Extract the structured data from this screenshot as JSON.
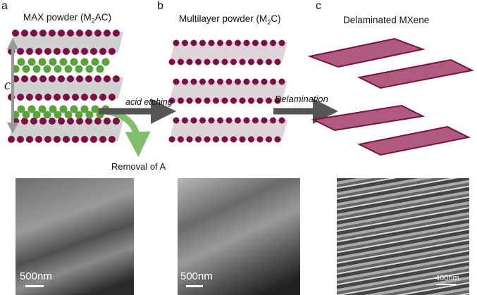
{
  "panels": [
    {
      "letter": "a",
      "title_pre": "MAX powder (M",
      "title_sub": "2",
      "title_post": "AC)",
      "scale": "500nm"
    },
    {
      "letter": "b",
      "title_pre": "Multilayer powder (M",
      "title_sub": "2",
      "title_post": "C)",
      "scale": "500nm"
    },
    {
      "letter": "c",
      "title_pre": "Delaminated MXene",
      "title_sub": "",
      "title_post": "",
      "scale": "400nm"
    }
  ],
  "axis_label": "c",
  "arrows": {
    "etching": "acid etching",
    "removal": "Removal of A",
    "delamination": "Delamination"
  },
  "colors": {
    "m_atom": "#7a1044",
    "a_atom": "#5aa33a",
    "octahedra": "#9a9a9a",
    "arrow": "#555555",
    "green_arrow": "#7fbf6a"
  }
}
